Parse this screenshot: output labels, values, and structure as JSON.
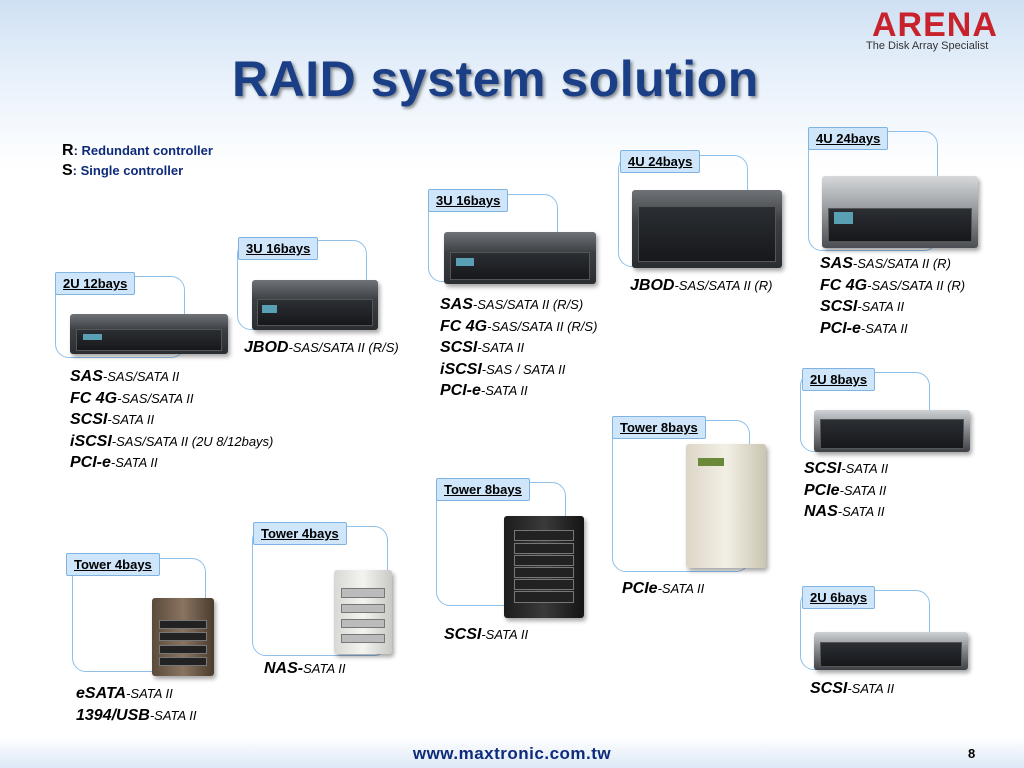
{
  "header": {
    "logo_word": "ARENA",
    "logo_tagline": "The Disk Array Specialist",
    "title": "RAID system solution"
  },
  "legend": {
    "r_key": "R",
    "r_label": ": Redundant controller",
    "s_key": "S",
    "s_label": ": Single controller"
  },
  "products": {
    "p2u12": {
      "tag": "2U 12bays",
      "specs": [
        {
          "k": "SAS",
          "v": "-SAS/SATA II"
        },
        {
          "k": "FC 4G",
          "v": "-SAS/SATA II"
        },
        {
          "k": "SCSI",
          "v": "-SATA II"
        },
        {
          "k": "iSCSI",
          "v": "-SAS/SATA II (2U 8/12bays)"
        },
        {
          "k": "PCI-e",
          "v": "-SATA II"
        }
      ]
    },
    "p3u16a": {
      "tag": "3U 16bays",
      "specs": [
        {
          "k": "JBOD",
          "v": "-SAS/SATA II (R/S)"
        }
      ]
    },
    "p3u16b": {
      "tag": "3U 16bays",
      "specs": [
        {
          "k": "SAS",
          "v": "-SAS/SATA II (R/S)"
        },
        {
          "k": "FC 4G",
          "v": "-SAS/SATA II (R/S)"
        },
        {
          "k": "SCSI",
          "v": "-SATA II"
        },
        {
          "k": "iSCSI",
          "v": "-SAS / SATA II"
        },
        {
          "k": "PCI-e",
          "v": "-SATA II"
        }
      ]
    },
    "p4u24a": {
      "tag": "4U 24bays",
      "specs": [
        {
          "k": "JBOD",
          "v": "-SAS/SATA II (R)"
        }
      ]
    },
    "p4u24b": {
      "tag": "4U 24bays",
      "specs": [
        {
          "k": "SAS",
          "v": "-SAS/SATA II (R)"
        },
        {
          "k": "FC 4G",
          "v": "-SAS/SATA II (R)"
        },
        {
          "k": "SCSI",
          "v": "-SATA II"
        },
        {
          "k": "PCI-e",
          "v": "-SATA II"
        }
      ]
    },
    "p2u8": {
      "tag": "2U 8bays",
      "specs": [
        {
          "k": "SCSI",
          "v": "-SATA II"
        },
        {
          "k": "PCIe",
          "v": "-SATA II"
        },
        {
          "k": "NAS",
          "v": "-SATA II"
        }
      ]
    },
    "t8a": {
      "tag": "Tower 8bays",
      "specs": [
        {
          "k": "PCIe",
          "v": "-SATA II"
        }
      ]
    },
    "t8b": {
      "tag": "Tower 8bays",
      "specs": [
        {
          "k": "SCSI",
          "v": "-SATA II"
        }
      ]
    },
    "t4a": {
      "tag": "Tower 4bays",
      "specs": [
        {
          "k": "NAS-",
          "v": "SATA II"
        }
      ]
    },
    "t4b": {
      "tag": "Tower 4bays",
      "specs": [
        {
          "k": "eSATA",
          "v": "-SATA II"
        },
        {
          "k": "1394/USB",
          "v": "-SATA II"
        }
      ]
    },
    "p2u6": {
      "tag": "2U 6bays",
      "specs": [
        {
          "k": "SCSI",
          "v": "-SATA II"
        }
      ]
    }
  },
  "footer": {
    "url": "www.maxtronic.com.tw",
    "page": "8"
  },
  "colors": {
    "title": "#1a3f86",
    "logo": "#c8232c",
    "callout_border": "#8ec0ea",
    "tag_bg": "#cfe5fa"
  }
}
